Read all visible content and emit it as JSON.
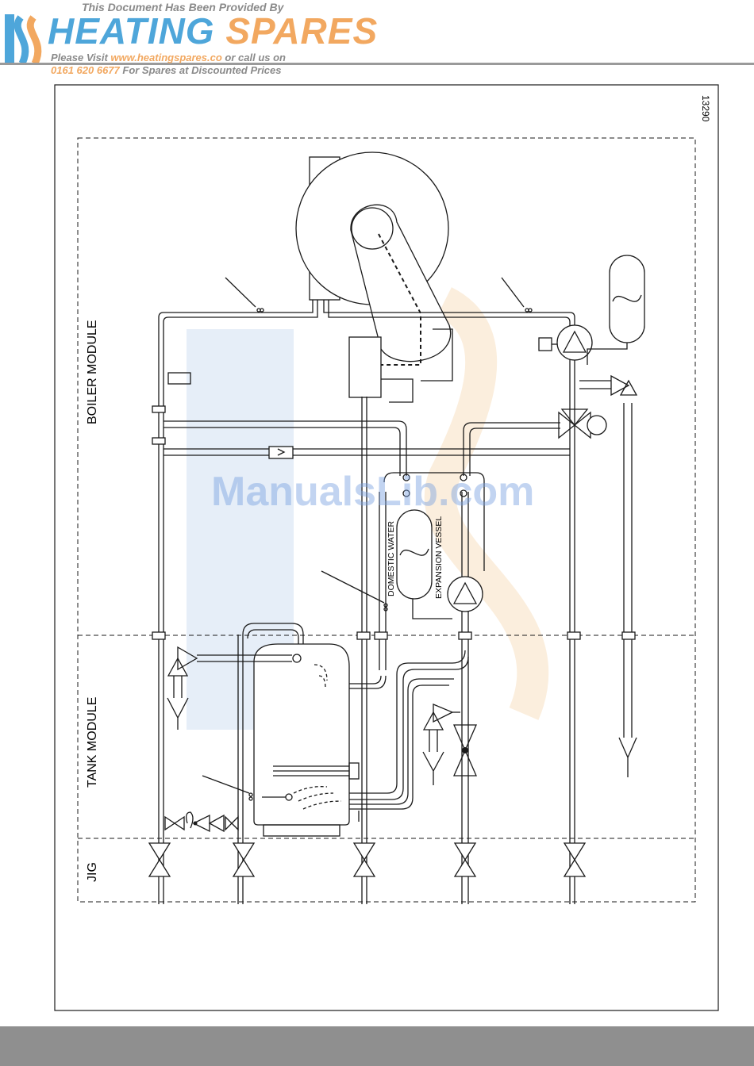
{
  "banner": {
    "line1": "This Document Has Been Provided By",
    "logo_heating": "HEATING",
    "logo_spares": "SPARES",
    "line3_pre": "Please Visit ",
    "line3_url": "www.heatingspares.co",
    "line3_post": " or call us on",
    "line4_phone": "0161 620 6677",
    "line4_post": " For Spares at Discounted Prices"
  },
  "diagram": {
    "figure_number": "13290",
    "sections": {
      "boiler": "BOILER MODULE",
      "tank": "TANK MODULE",
      "jig": "JIG"
    },
    "labels": {
      "domestic_water": "DOMESTIC WATER",
      "expansion_vessel": "EXPANSION VESSEL"
    }
  },
  "watermark": "ManualsLib.com",
  "colors": {
    "logo_blue": "#4ea6da",
    "logo_orange": "#f2a860",
    "line": "#1a1a1a",
    "footer": "#8f8f8f"
  }
}
